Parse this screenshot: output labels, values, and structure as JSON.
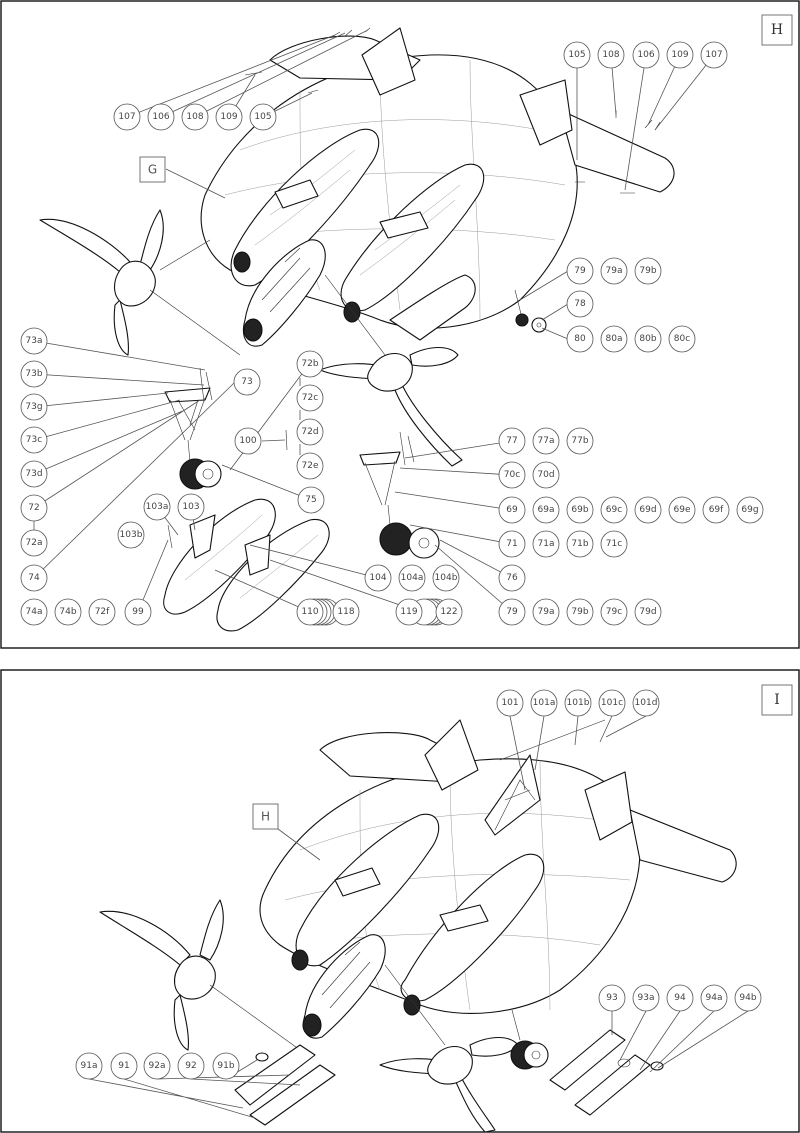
{
  "panels": [
    {
      "id": "H",
      "letter": "H",
      "ref_box": "G",
      "labels": [
        "107",
        "106",
        "108",
        "109",
        "105",
        "105",
        "108",
        "106",
        "109",
        "107",
        "79",
        "79a",
        "79b",
        "78",
        "80",
        "80a",
        "80b",
        "80c",
        "73a",
        "73b",
        "73g",
        "73c",
        "73d",
        "72",
        "72a",
        "74",
        "74a",
        "74b",
        "72f",
        "73",
        "72b",
        "72c",
        "72d",
        "72e",
        "100",
        "75",
        "103a",
        "103",
        "103b",
        "99",
        "77",
        "77a",
        "77b",
        "70c",
        "70d",
        "69",
        "69a",
        "69b",
        "69c",
        "69d",
        "69e",
        "69f",
        "69g",
        "71",
        "71a",
        "71b",
        "71c",
        "76",
        "104",
        "104a",
        "104b",
        "110",
        "118",
        "119",
        "122",
        "79",
        "79a",
        "79b",
        "79c",
        "79d"
      ]
    },
    {
      "id": "I",
      "letter": "I",
      "ref_box": "H",
      "labels": [
        "101",
        "101a",
        "101b",
        "101c",
        "101d",
        "93",
        "93a",
        "94",
        "94a",
        "94b",
        "91a",
        "91",
        "92a",
        "92",
        "91b"
      ]
    }
  ]
}
